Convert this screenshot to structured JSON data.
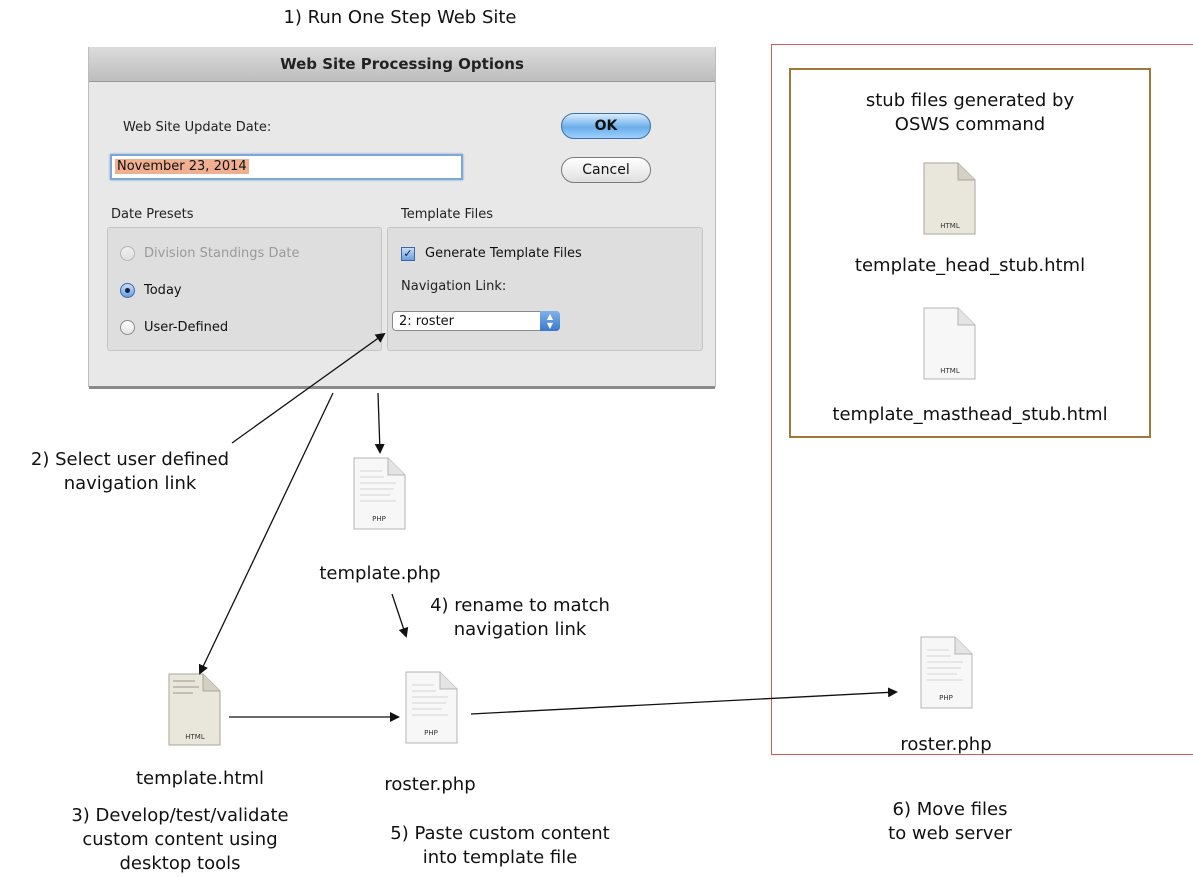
{
  "steps": {
    "step1": "1) Run One Step Web Site",
    "step2_line1": "2) Select user defined",
    "step2_line2": "navigation link",
    "step3_line1": "3) Develop/test/validate",
    "step3_line2": "custom content using",
    "step3_line3": "desktop tools",
    "step4_line1": "4) rename to match",
    "step4_line2": "navigation link",
    "step5_line1": "5) Paste custom content",
    "step5_line2": "into template file",
    "step6_line1": "6) Move files",
    "step6_line2": "to web server"
  },
  "dialog": {
    "title": "Web Site Processing Options",
    "update_date_label": "Web Site Update Date:",
    "update_date_value": "November 23, 2014",
    "ok_label": "OK",
    "cancel_label": "Cancel",
    "date_presets_label": "Date Presets",
    "presets": [
      {
        "label": "Division Standings Date",
        "state": "disabled"
      },
      {
        "label": "Today",
        "state": "selected"
      },
      {
        "label": "User-Defined",
        "state": "unselected"
      }
    ],
    "template_files_label": "Template Files",
    "generate_checkbox_label": "Generate Template Files",
    "generate_checked": true,
    "navigation_link_label": "Navigation Link:",
    "navigation_link_value": "2: roster"
  },
  "files": {
    "template_php": {
      "name": "template.php",
      "badge": "PHP"
    },
    "template_html": {
      "name": "template.html",
      "badge": "HTML"
    },
    "roster_php": {
      "name": "roster.php",
      "badge": "PHP"
    },
    "server_roster_php": {
      "name": "roster.php",
      "badge": "PHP"
    },
    "head_stub": {
      "name": "template_head_stub.html",
      "badge": "HTML"
    },
    "masthead_stub": {
      "name": "template_masthead_stub.html",
      "badge": "HTML"
    }
  },
  "stub_box": {
    "title_line1": "stub files generated by",
    "title_line2": "OSWS command"
  },
  "colors": {
    "server_box_border": "#d45a5a",
    "stub_box_border": "#a07838",
    "ok_button": "#6aaeea",
    "selection_highlight": "#f0b090"
  }
}
